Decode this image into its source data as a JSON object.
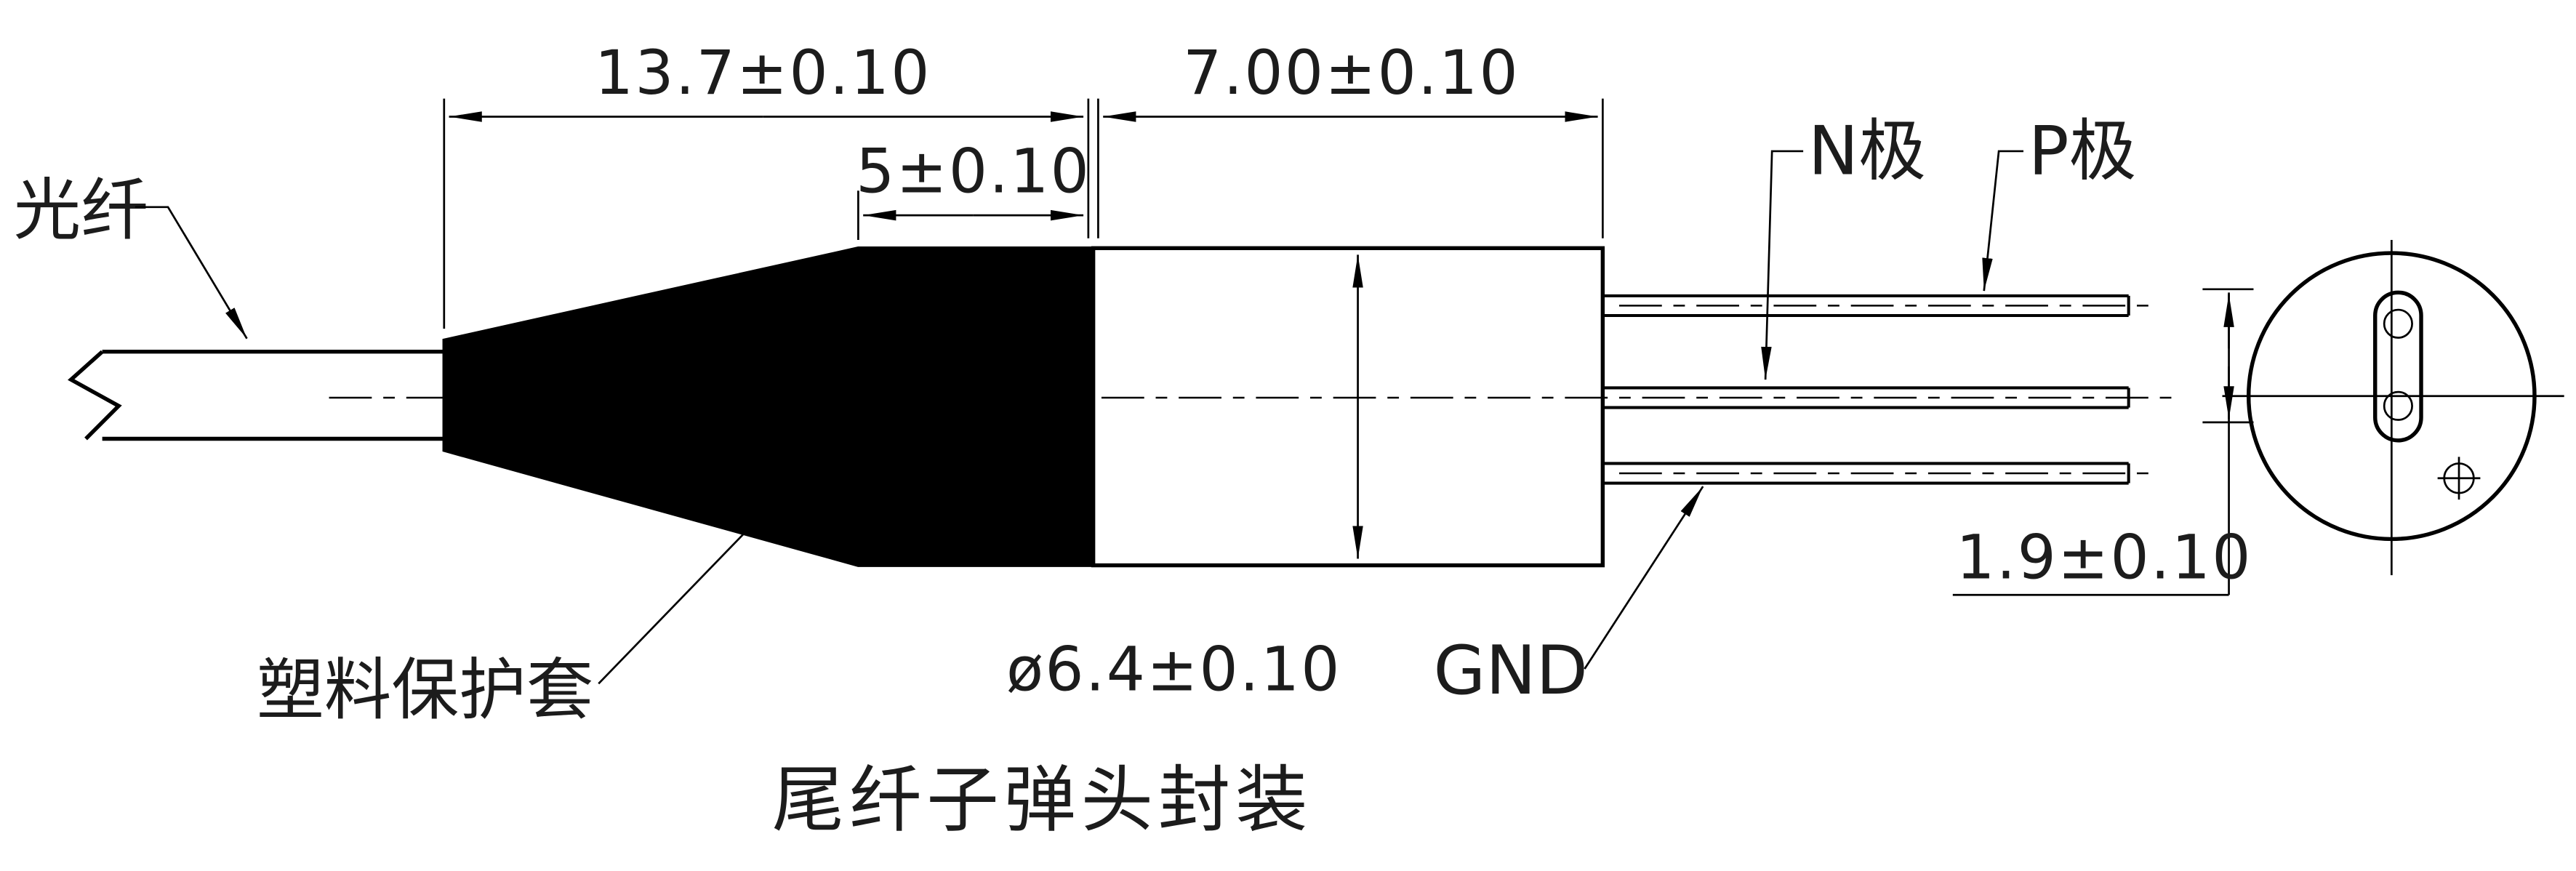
{
  "diagram": {
    "title": "尾纤子弹头封装",
    "labels": {
      "fiber": "光纤",
      "sleeve": "塑料保护套",
      "n_pole": "N极",
      "p_pole": "P极",
      "gnd": "GND"
    },
    "dimensions": {
      "sleeve_length": "13.7±0.10",
      "sleeve_taper": "5±0.10",
      "body_length": "7.00±0.10",
      "body_diameter": "ø6.4±0.10",
      "pin_spacing": "1.9±0.10"
    },
    "colors": {
      "line": "#000000",
      "sleeve_fill": "#000000",
      "background": "#ffffff"
    }
  }
}
